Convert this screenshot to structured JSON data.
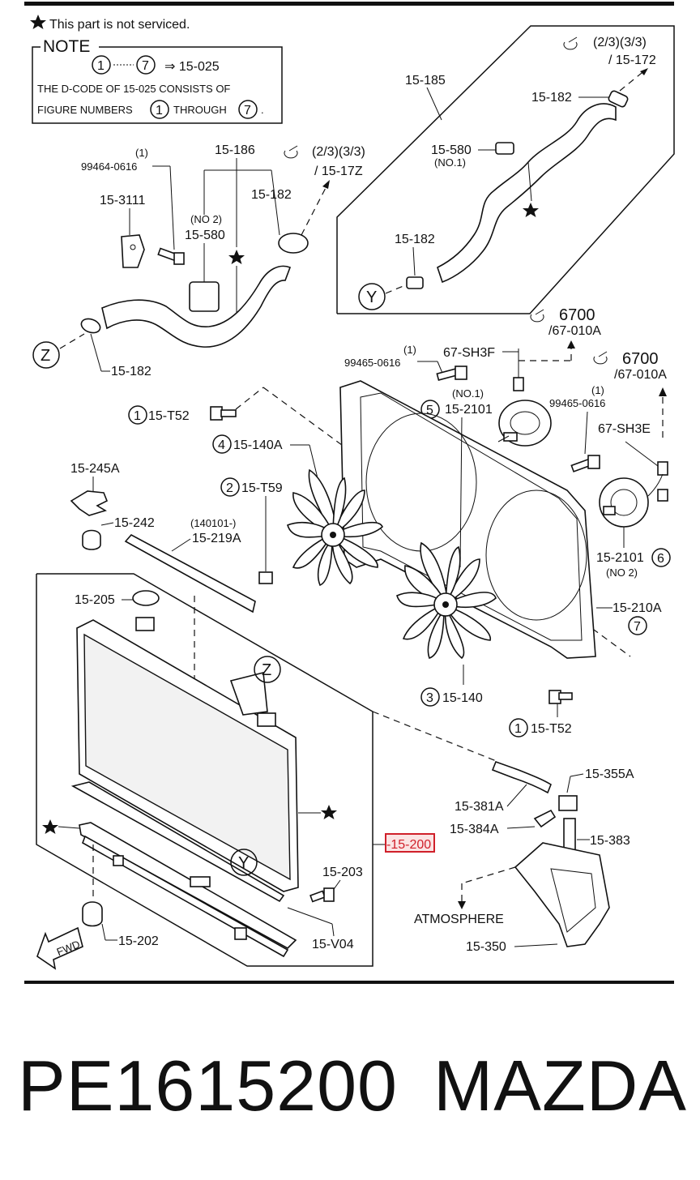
{
  "header": {
    "legend_text": "This part is not serviced.",
    "note_title": "NOTE",
    "note_range_start": "1",
    "note_range_end": "7",
    "note_range_arrow": "⇒ 15-025",
    "note_line1": "THE D-CODE OF  15-025  CONSISTS OF",
    "note_line2_a": "FIGURE NUMBERS",
    "note_line2_b": "THROUGH",
    "note_line2_c": "."
  },
  "labels": {
    "l_15_185": "15-185",
    "l_ref_top_right": "(2/3)(3/3)",
    "l_ref_top_right_sub": "/ 15-172",
    "l_15_182_a": "15-182",
    "l_15_580_no1": "15-580",
    "l_no1": "(NO.1)",
    "l_15_182_b": "15-182",
    "l_Y_callout": "Y",
    "l_15_186": "15-186",
    "l_ref_mid": "(2/3)(3/3)",
    "l_ref_mid_sub": "/ 15-17Z",
    "l_99464_qty": "(1)",
    "l_99464": "99464-0616",
    "l_15_182_c": "15-182",
    "l_15_3111": "15-3111",
    "l_no2": "(NO 2)",
    "l_15_580_no2": "15-580",
    "l_Z_callout": "Z",
    "l_15_182_d": "15-182",
    "l_6700_a": "6700",
    "l_6700_a_sub": "/67-010A",
    "l_99465_a_qty": "(1)",
    "l_99465_a": "99465-0616",
    "l_67_sh3f": "67-SH3F",
    "l_6700_b": "6700",
    "l_6700_b_sub": "/67-010A",
    "l_fig1_a": "1",
    "l_15_t52_a": "15-T52",
    "l_fig5": "5",
    "l_15_2101_no1": "(NO.1)",
    "l_15_2101_a": "15-2101",
    "l_99465_b_qty": "(1)",
    "l_99465_b": "99465-0616",
    "l_fig4": "4",
    "l_15_140a": "15-140A",
    "l_67_sh3e": "67-SH3E",
    "l_15_245a": "15-245A",
    "l_fig2": "2",
    "l_15_t59": "15-T59",
    "l_15_242": "15-242",
    "l_140101": "(140101-)",
    "l_15_219a": "15-219A",
    "l_15_2101_b": "15-2101",
    "l_fig6": "6",
    "l_15_2101_no2": "(NO 2)",
    "l_15_205": "15-205",
    "l_15_210a": "15-210A",
    "l_fig7": "7",
    "l_Z_small": "Z",
    "l_fig3": "3",
    "l_15_140": "15-140",
    "l_fig1_b": "1",
    "l_15_t52_b": "15-T52",
    "l_15_355a": "15-355A",
    "l_15_381a": "15-381A",
    "l_15_384a": "15-384A",
    "l_15_200": "-15-200",
    "l_15_383": "15-383",
    "l_Y_small": "Y",
    "l_15_203": "15-203",
    "l_atmosphere": "ATMOSPHERE",
    "l_15_202": "15-202",
    "l_15_v04": "15-V04",
    "l_15_350": "15-350",
    "l_fwd": "FWD"
  },
  "footer": {
    "part_number": "PE1615200",
    "brand": "MAZDA"
  },
  "colors": {
    "highlight": "#d0202a",
    "ink": "#111111",
    "background": "#ffffff"
  },
  "icons": {
    "star": "star-icon",
    "ref_arrow": "reference-arrow-icon"
  }
}
